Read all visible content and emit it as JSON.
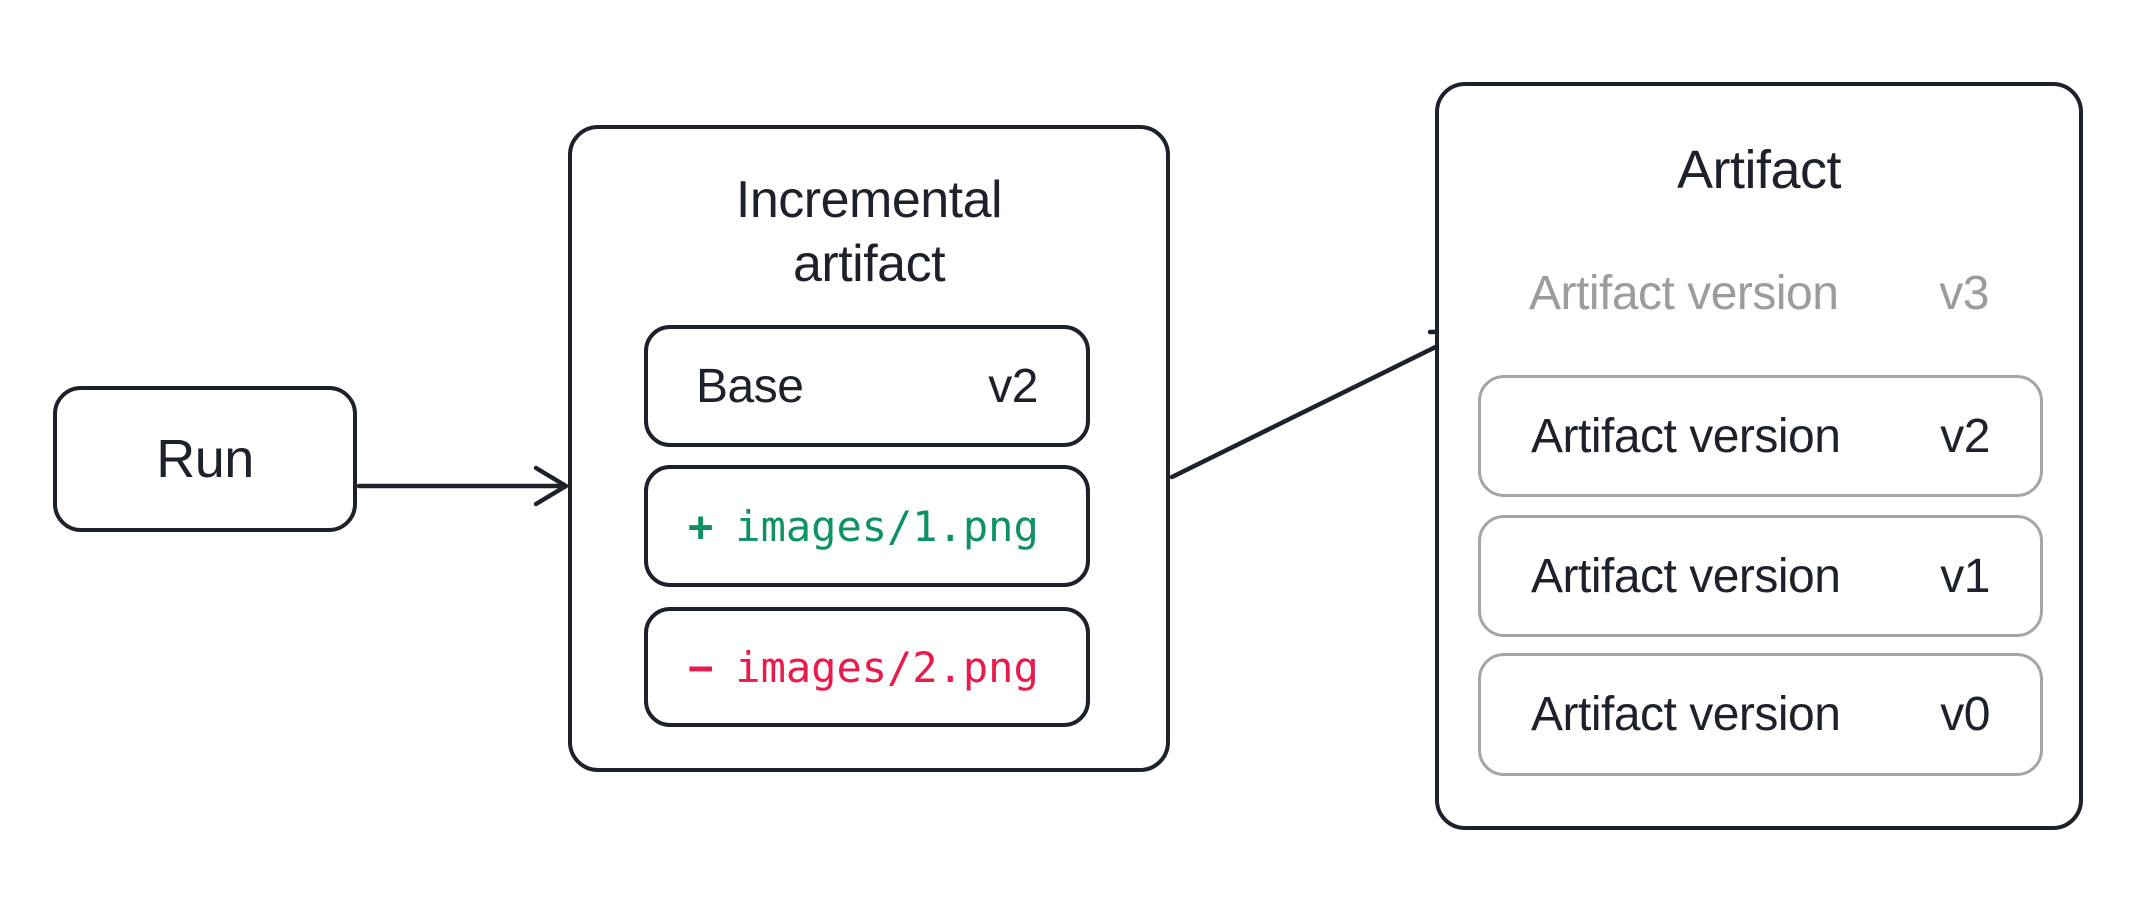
{
  "run": {
    "label": "Run"
  },
  "incremental_artifact": {
    "title": "Incremental artifact",
    "base": {
      "label": "Base",
      "version": "v2"
    },
    "changes": [
      {
        "op": "add",
        "sign": "+",
        "path": "images/1.png",
        "color": "#0f9168"
      },
      {
        "op": "remove",
        "sign": "−",
        "path": "images/2.png",
        "color": "#e91a4c"
      }
    ]
  },
  "artifact": {
    "title": "Artifact",
    "versions": [
      {
        "label": "Artifact version",
        "version": "v3",
        "state": "pending"
      },
      {
        "label": "Artifact version",
        "version": "v2",
        "state": "committed"
      },
      {
        "label": "Artifact version",
        "version": "v1",
        "state": "committed"
      },
      {
        "label": "Artifact version",
        "version": "v0",
        "state": "committed"
      }
    ]
  },
  "colors": {
    "stroke_dark": "#1d2129",
    "stroke_gray": "#a5a5a5",
    "text_gray": "#9c9c9c",
    "added_green": "#0f9168",
    "removed_red": "#e91a4c",
    "background": "#ffffff"
  }
}
